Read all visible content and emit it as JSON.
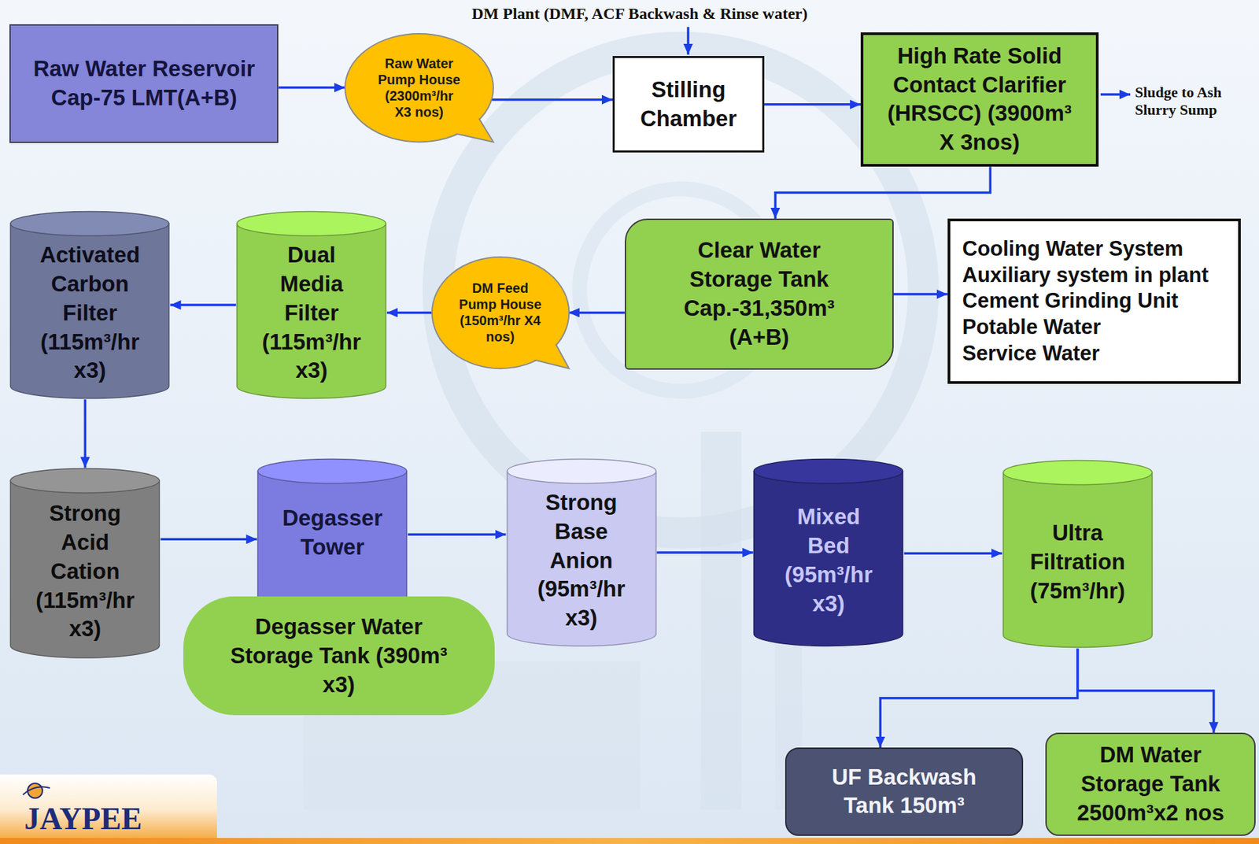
{
  "diagram": {
    "nodes": [
      {
        "text": [
          "Raw Water Reservoir Cap-75 LMT(A+B)"
        ]
      },
      {
        "text": [
          "Raw Water Pump House (2300m³/hr X3 nos)"
        ]
      },
      {
        "text": [
          "Stilling Chamber"
        ]
      },
      {
        "text": [
          "High Rate Solid Contact Clarifier (HRSCC) (3900m³ X 3nos)"
        ]
      },
      {
        "text": [
          "Activated Carbon Filter (115m³/hr x3)"
        ]
      },
      {
        "text": [
          "Dual Media Filter (115m³/hr x3)"
        ]
      },
      {
        "text": [
          "DM Feed Pump House (150m³/hr X4 nos)"
        ]
      },
      {
        "text": [
          "Clear Water Storage Tank Cap.-31,350m³ (A+B)"
        ]
      },
      {
        "text": [
          "Cooling Water System",
          "Auxiliary system in plant",
          "Cement Grinding Unit",
          "Potable Water",
          "Service Water"
        ]
      },
      {
        "text": [
          "Strong Acid Cation (115m³/hr x3)"
        ]
      },
      {
        "text": [
          "Degasser Tower"
        ]
      },
      {
        "text": [
          "Degasser Water Storage Tank (390m³ x3)"
        ]
      },
      {
        "text": [
          "Strong Base Anion (95m³/hr x3)"
        ]
      },
      {
        "text": [
          "Mixed Bed (95m³/hr x3)"
        ]
      },
      {
        "text": [
          "Ultra Filtration (75m³/hr)"
        ]
      },
      {
        "text": [
          "UF Backwash Tank 150m³"
        ]
      },
      {
        "text": [
          "DM Water Storage Tank 2500m³x2 nos"
        ]
      }
    ],
    "edges": [
      {
        "from": 0,
        "to": 1,
        "arrow": "to"
      },
      {
        "from": 1,
        "to": 2,
        "arrow": "to"
      },
      {
        "from": 2,
        "to": 3,
        "arrow": "to"
      },
      {
        "from": 3,
        "to": 7,
        "arrow": "to"
      },
      {
        "from": 7,
        "to": 6,
        "arrow": "to"
      },
      {
        "from": 6,
        "to": 5,
        "arrow": "to"
      },
      {
        "from": 5,
        "to": 4,
        "arrow": "to"
      },
      {
        "from": 7,
        "to": 8,
        "arrow": "to"
      },
      {
        "from": 4,
        "to": 9,
        "arrow": "to"
      },
      {
        "from": 9,
        "to": 10,
        "arrow": "to"
      },
      {
        "from": 10,
        "to": 12,
        "arrow": "to"
      },
      {
        "from": 12,
        "to": 13,
        "arrow": "to"
      },
      {
        "from": 13,
        "to": 14,
        "arrow": "to"
      },
      {
        "from": 14,
        "to": 15,
        "arrow": "to"
      },
      {
        "from": 14,
        "to": 16,
        "arrow": "to"
      }
    ],
    "labels": [
      "DM Plant (DMF, ACF Backwash & Rinse water)",
      "Sludge to Ash Slurry Sump",
      "JAYPEE"
    ]
  }
}
